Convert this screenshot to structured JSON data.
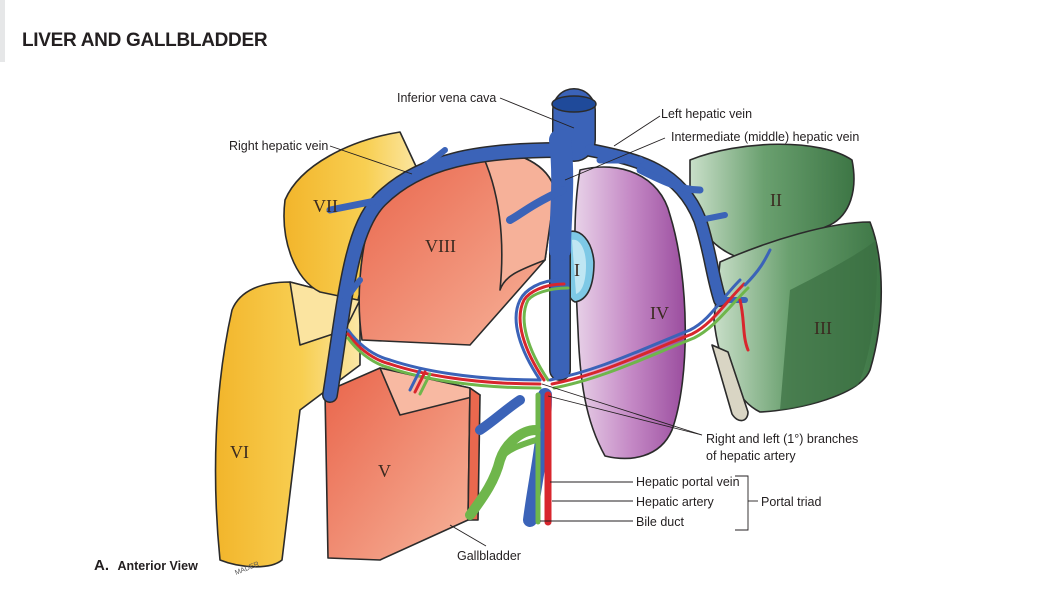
{
  "title": "LIVER AND GALLBLADDER",
  "view": {
    "letter": "A.",
    "text": "Anterior View"
  },
  "signature": "MADER",
  "segments": {
    "I": "I",
    "II": "II",
    "III": "III",
    "IV": "IV",
    "V": "V",
    "VI": "VI",
    "VII": "VII",
    "VIII": "VIII"
  },
  "labels": {
    "ivc": "Inferior vena cava",
    "left_hepatic_vein": "Left hepatic vein",
    "middle_hepatic_vein": "Intermediate (middle) hepatic vein",
    "right_hepatic_vein": "Right hepatic vein",
    "artery_branches_1": "Right and left (1°) branches",
    "artery_branches_2": "of hepatic artery",
    "portal_vein": "Hepatic portal vein",
    "hepatic_artery": "Hepatic artery",
    "bile_duct": "Bile duct",
    "portal_triad": "Portal triad",
    "gallbladder": "Gallbladder"
  },
  "colors": {
    "segment_yellow": "#f7c843",
    "segment_salmon": "#ee8a6c",
    "segment_purple": "#b46fb6",
    "segment_green": "#4f8a57",
    "vein_blue": "#3b63b8",
    "artery_red": "#d8262d",
    "bile_green": "#6fb64b"
  }
}
